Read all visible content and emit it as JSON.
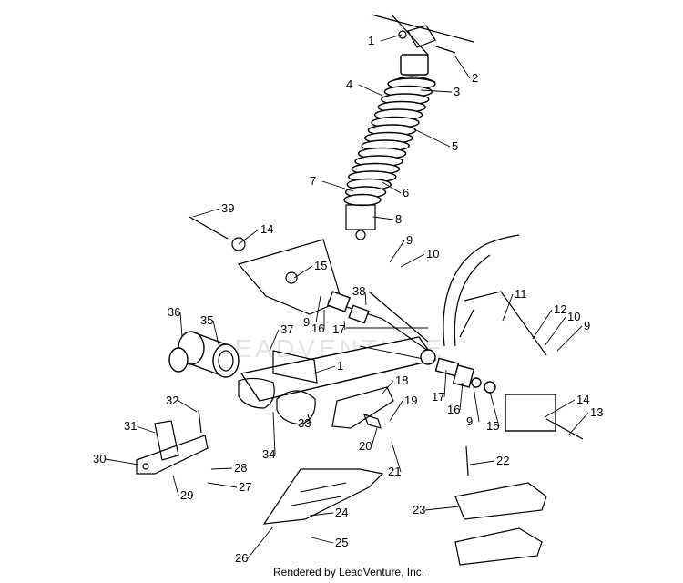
{
  "diagram": {
    "footer": "Rendered by LeadVenture, Inc.",
    "watermark": "LEADVENTURE",
    "callouts": [
      "1",
      "2",
      "3",
      "4",
      "5",
      "6",
      "7",
      "8",
      "39",
      "14",
      "9",
      "10",
      "15",
      "38",
      "9",
      "11",
      "12",
      "10",
      "9",
      "36",
      "35",
      "37",
      "17",
      "16",
      "1",
      "18",
      "17",
      "16",
      "9",
      "15",
      "14",
      "13",
      "32",
      "33",
      "19",
      "31",
      "30",
      "34",
      "20",
      "21",
      "22",
      "28",
      "29",
      "27",
      "23",
      "24",
      "26",
      "25"
    ]
  }
}
